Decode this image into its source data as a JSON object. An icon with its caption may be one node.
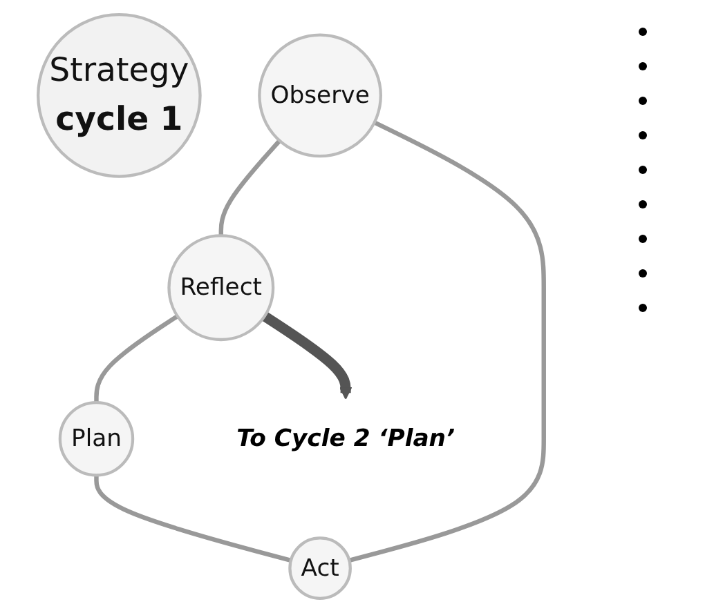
{
  "diagram": {
    "nodes": [
      {
        "text": [
          "Strategy",
          "cycle 1"
        ]
      },
      {
        "text": [
          "Observe"
        ]
      },
      {
        "text": [
          "Reflect"
        ]
      },
      {
        "text": [
          "Plan"
        ]
      },
      {
        "text": [
          "Act"
        ]
      },
      {
        "text": [
          "To Cycle 2 ‘Plan’"
        ]
      }
    ],
    "edges": [
      {
        "from": 1,
        "to": 2,
        "arrow": "none"
      },
      {
        "from": 2,
        "to": 3,
        "arrow": "none"
      },
      {
        "from": 3,
        "to": 4,
        "arrow": "none"
      },
      {
        "from": 4,
        "to": 1,
        "arrow": "none"
      },
      {
        "from": 2,
        "to": 5,
        "arrow": "to",
        "style": "thick",
        "color": "#555555"
      }
    ]
  }
}
